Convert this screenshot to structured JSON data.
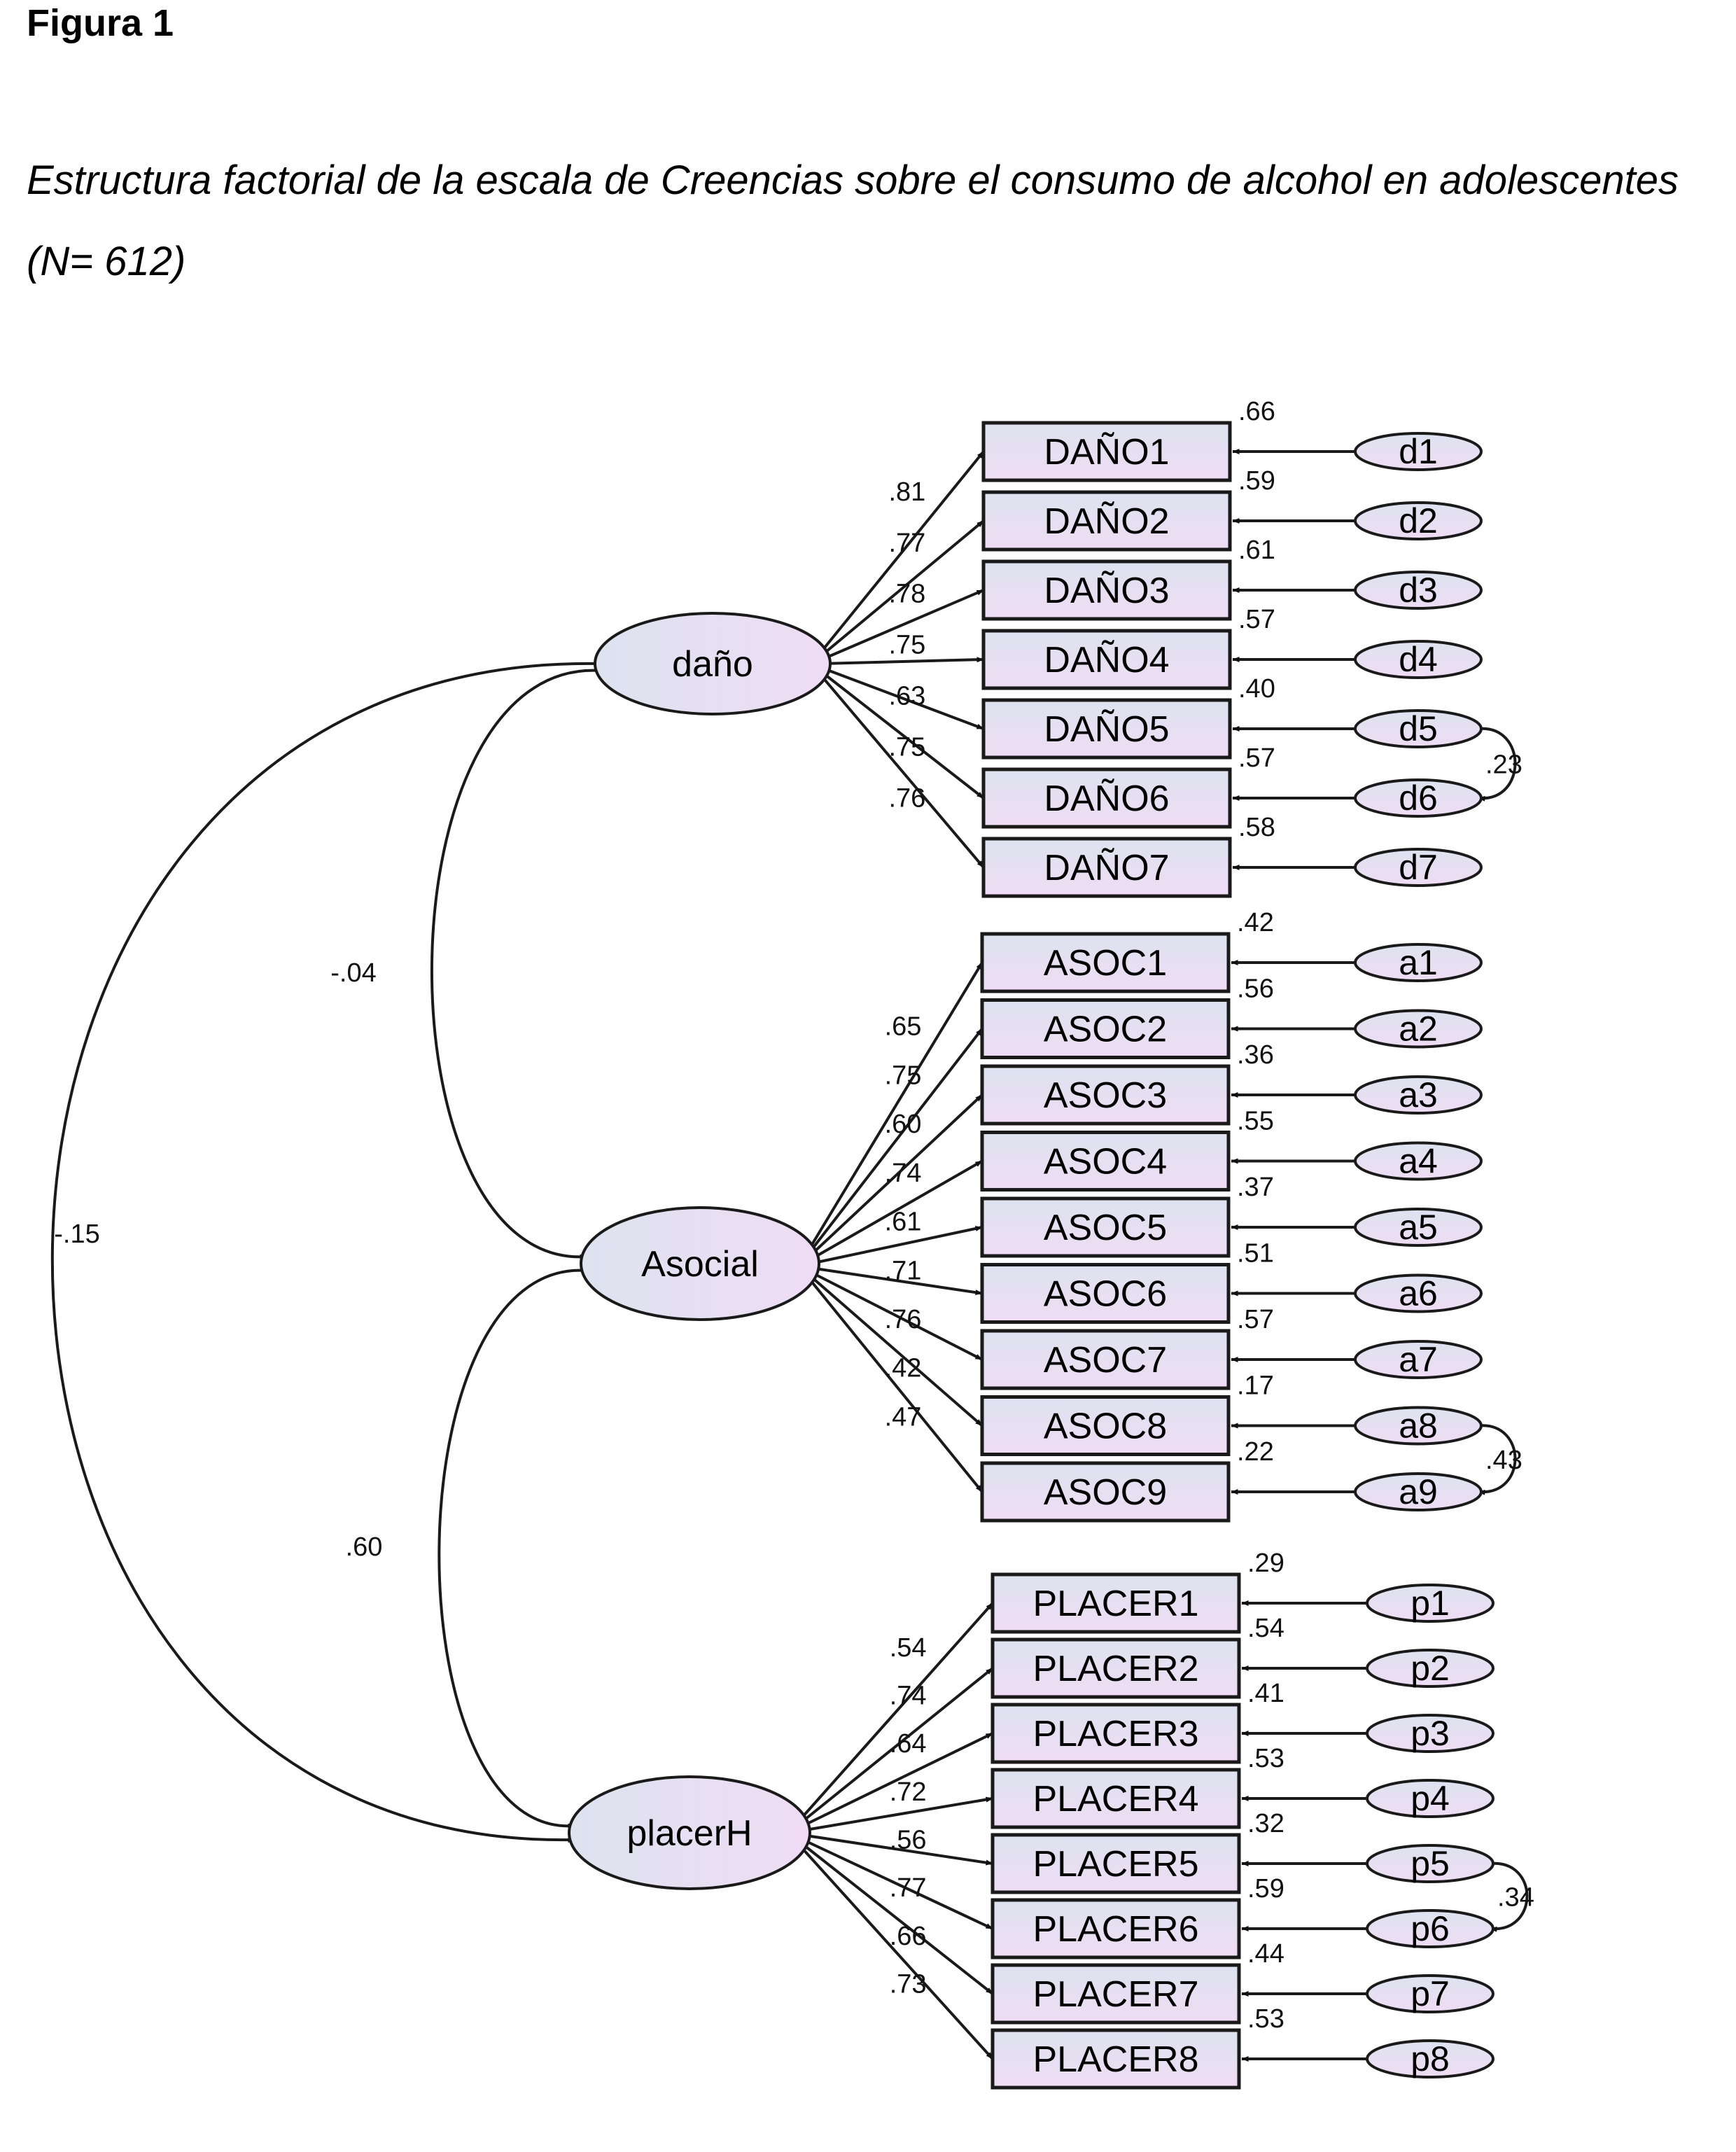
{
  "figure": {
    "label": "Figura 1",
    "title": "Estructura factorial de la escala de Creencias sobre el consumo de alcohol en adolescentes (N= 612)"
  },
  "colors": {
    "box_fill_top": "#dde3ef",
    "box_fill_bottom": "#efdcf4",
    "stroke": "#1a1a1a"
  },
  "factors": [
    {
      "id": "dano",
      "name": "daño",
      "items": [
        {
          "name": "DAÑO1",
          "loading": ".81",
          "r2": ".66",
          "error": "d1"
        },
        {
          "name": "DAÑO2",
          "loading": ".77",
          "r2": ".59",
          "error": "d2"
        },
        {
          "name": "DAÑO3",
          "loading": ".78",
          "r2": ".61",
          "error": "d3"
        },
        {
          "name": "DAÑO4",
          "loading": ".75",
          "r2": ".57",
          "error": "d4"
        },
        {
          "name": "DAÑO5",
          "loading": ".63",
          "r2": ".40",
          "error": "d5"
        },
        {
          "name": "DAÑO6",
          "loading": ".75",
          "r2": ".57",
          "error": "d6"
        },
        {
          "name": "DAÑO7",
          "loading": ".76",
          "r2": ".58",
          "error": "d7"
        }
      ]
    },
    {
      "id": "asocial",
      "name": "Asocial",
      "items": [
        {
          "name": "ASOC1",
          "loading": ".65",
          "r2": ".42",
          "error": "a1"
        },
        {
          "name": "ASOC2",
          "loading": ".75",
          "r2": ".56",
          "error": "a2"
        },
        {
          "name": "ASOC3",
          "loading": ".60",
          "r2": ".36",
          "error": "a3"
        },
        {
          "name": "ASOC4",
          "loading": ".74",
          "r2": ".55",
          "error": "a4"
        },
        {
          "name": "ASOC5",
          "loading": ".61",
          "r2": ".37",
          "error": "a5"
        },
        {
          "name": "ASOC6",
          "loading": ".71",
          "r2": ".51",
          "error": "a6"
        },
        {
          "name": "ASOC7",
          "loading": ".76",
          "r2": ".57",
          "error": "a7"
        },
        {
          "name": "ASOC8",
          "loading": ".42",
          "r2": ".17",
          "error": "a8"
        },
        {
          "name": "ASOC9",
          "loading": ".47",
          "r2": ".22",
          "error": "a9"
        }
      ]
    },
    {
      "id": "placer",
      "name": "placerH",
      "items": [
        {
          "name": "PLACER1",
          "loading": ".54",
          "r2": ".29",
          "error": "p1"
        },
        {
          "name": "PLACER2",
          "loading": ".74",
          "r2": ".54",
          "error": "p2"
        },
        {
          "name": "PLACER3",
          "loading": ".64",
          "r2": ".41",
          "error": "p3"
        },
        {
          "name": "PLACER4",
          "loading": ".72",
          "r2": ".53",
          "error": "p4"
        },
        {
          "name": "PLACER5",
          "loading": ".56",
          "r2": ".32",
          "error": "p5"
        },
        {
          "name": "PLACER6",
          "loading": ".77",
          "r2": ".59",
          "error": "p6"
        },
        {
          "name": "PLACER7",
          "loading": ".66",
          "r2": ".44",
          "error": "p7"
        },
        {
          "name": "PLACER8",
          "loading": ".73",
          "r2": ".53",
          "error": "p8"
        }
      ]
    }
  ],
  "factor_correlations": [
    {
      "between": [
        "daño",
        "Asocial"
      ],
      "value": "-.04"
    },
    {
      "between": [
        "Asocial",
        "placerH"
      ],
      "value": ".60"
    },
    {
      "between": [
        "daño",
        "placerH"
      ],
      "value": "-.15"
    }
  ],
  "error_covariances": [
    {
      "between": [
        "d5",
        "d6"
      ],
      "value": ".23"
    },
    {
      "between": [
        "a8",
        "a9"
      ],
      "value": ".43"
    },
    {
      "between": [
        "p5",
        "p6"
      ],
      "value": ".34"
    }
  ]
}
